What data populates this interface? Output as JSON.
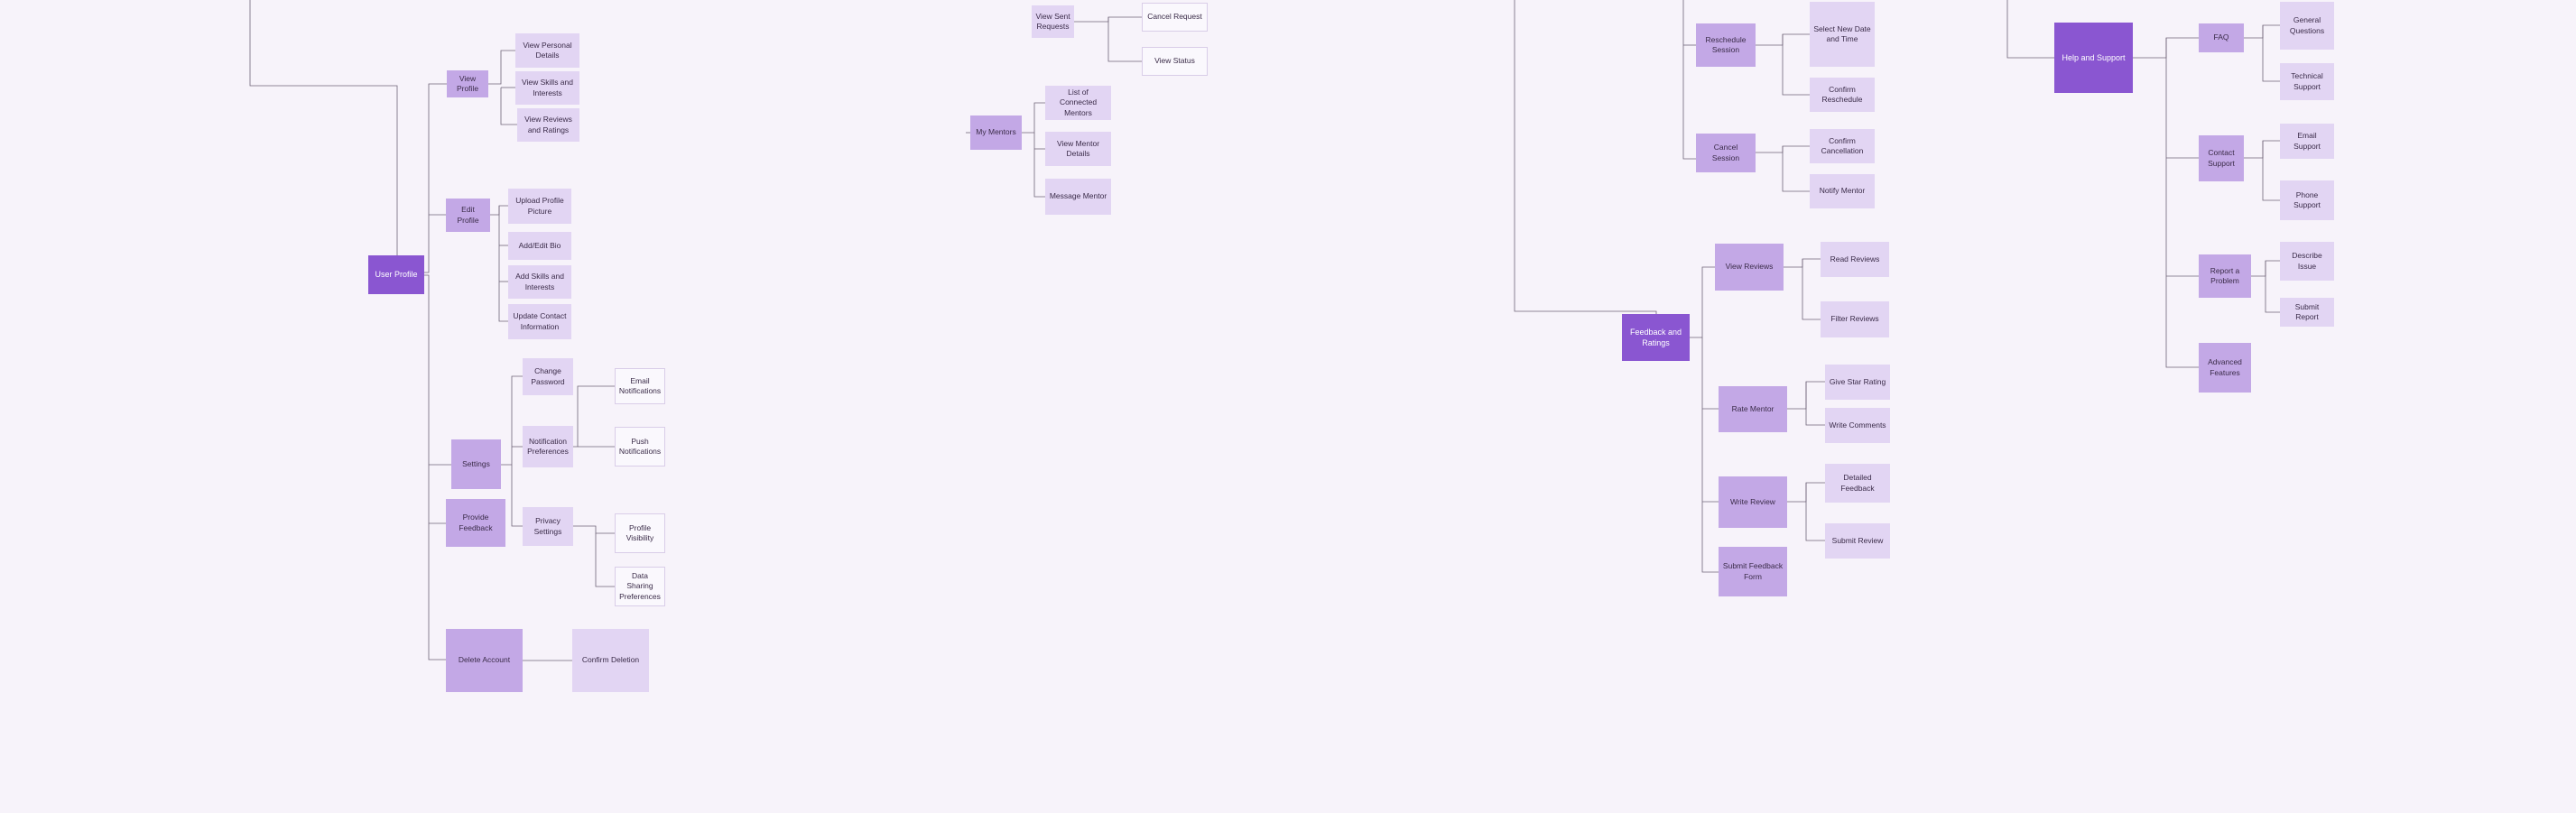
{
  "colors": {
    "background": "#f7f3fa",
    "root": "#8a56d1",
    "level2": "#c3a8e6",
    "level3": "#e2d5f3",
    "level4": "#faf8fd",
    "connector": "#6f6478"
  },
  "nodes": {
    "user_profile": "User Profile",
    "view_profile": "View Profile",
    "view_personal_details": "View Personal Details",
    "view_skills_interests": "View Skills and Interests",
    "view_reviews_ratings": "View Reviews and Ratings",
    "edit_profile": "Edit Profile",
    "upload_profile_picture": "Upload Profile Picture",
    "add_edit_bio": "Add/Edit Bio",
    "add_skills_interests": "Add Skills and Interests",
    "update_contact_info": "Update Contact Information",
    "settings": "Settings",
    "change_password": "Change Password",
    "notification_preferences": "Notification Preferences",
    "email_notifications": "Email Notifications",
    "push_notifications": "Push Notifications",
    "privacy_settings": "Privacy Settings",
    "profile_visibility": "Profile Visibility",
    "data_sharing_preferences": "Data Sharing Preferences",
    "provide_feedback": "Provide Feedback",
    "delete_account": "Delete Account",
    "confirm_deletion": "Confirm Deletion",
    "view_sent_requests": "View Sent Requests",
    "cancel_request": "Cancel Request",
    "view_status": "View Status",
    "my_mentors": "My Mentors",
    "list_connected_mentors": "List of Connected Mentors",
    "view_mentor_details": "View Mentor Details",
    "message_mentor": "Message Mentor",
    "reschedule_session": "Reschedule Session",
    "select_new_date_time": "Select New Date and Time",
    "confirm_reschedule": "Confirm Reschedule",
    "cancel_session": "Cancel Session",
    "confirm_cancellation": "Confirm Cancellation",
    "notify_mentor": "Notify Mentor",
    "feedback_ratings": "Feedback and Ratings",
    "view_reviews": "View Reviews",
    "read_reviews": "Read Reviews",
    "filter_reviews": "Filter Reviews",
    "rate_mentor": "Rate Mentor",
    "give_star_rating": "Give Star Rating",
    "write_comments": "Write Comments",
    "write_review": "Write Review",
    "detailed_feedback": "Detailed Feedback",
    "submit_review": "Submit Review",
    "submit_feedback_form": "Submit Feedback Form",
    "help_support": "Help and Support",
    "faq": "FAQ",
    "general_questions": "General Questions",
    "technical_support": "Technical Support",
    "contact_support": "Contact Support",
    "email_support": "Email Support",
    "phone_support": "Phone Support",
    "report_problem": "Report a Problem",
    "describe_issue": "Describe Issue",
    "submit_report": "Submit Report",
    "advanced_features": "Advanced Features"
  }
}
